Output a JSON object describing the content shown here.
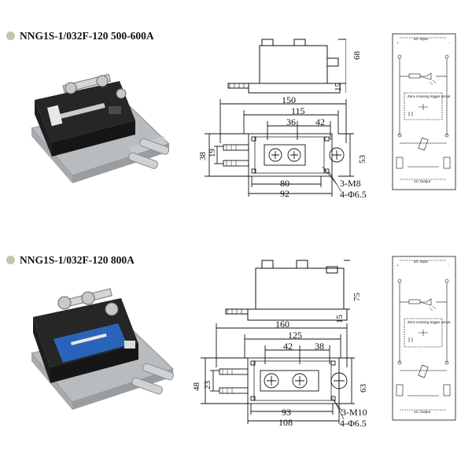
{
  "sections": [
    {
      "title": "NNG1S-1/032F-120 500-600A",
      "side_view": {
        "height_total": "68",
        "height_base": "15"
      },
      "top_view": {
        "length_total": "150",
        "length_mid": "115",
        "pitch_a": "36",
        "pitch_b": "42",
        "height_outer": "38",
        "height_inner": "19",
        "width": "53",
        "hole_spacing": "80",
        "base_length": "92",
        "screw_spec": "3-M8",
        "hole_spec": "4-Φ6.5"
      },
      "schematic": {
        "dc_label": "DC Input",
        "zc_label": "Zero-crossing trigger circuit",
        "ac_label": "AC Output",
        "plus": "+",
        "minus": "-"
      }
    },
    {
      "title": "NNG1S-1/032F-120 800A",
      "side_view": {
        "height_total": "75",
        "height_base": "15"
      },
      "top_view": {
        "length_total": "160",
        "length_mid": "125",
        "pitch_a": "42",
        "pitch_b": "38",
        "height_outer": "48",
        "height_inner": "23",
        "width": "63",
        "hole_spacing": "93",
        "base_length": "108",
        "screw_spec": "3-M10",
        "hole_spec": "4-Φ6.5"
      },
      "schematic": {
        "dc_label": "DC Input",
        "zc_label": "Zero-crossing trigger circuit",
        "ac_label": "AC Output",
        "plus": "+",
        "minus": "-"
      }
    }
  ],
  "colors": {
    "bullet": "#c8c2a8",
    "module_body": "#1e1e1e",
    "module_base": "#b9bcbf",
    "label_blue": "#2a64b8"
  }
}
